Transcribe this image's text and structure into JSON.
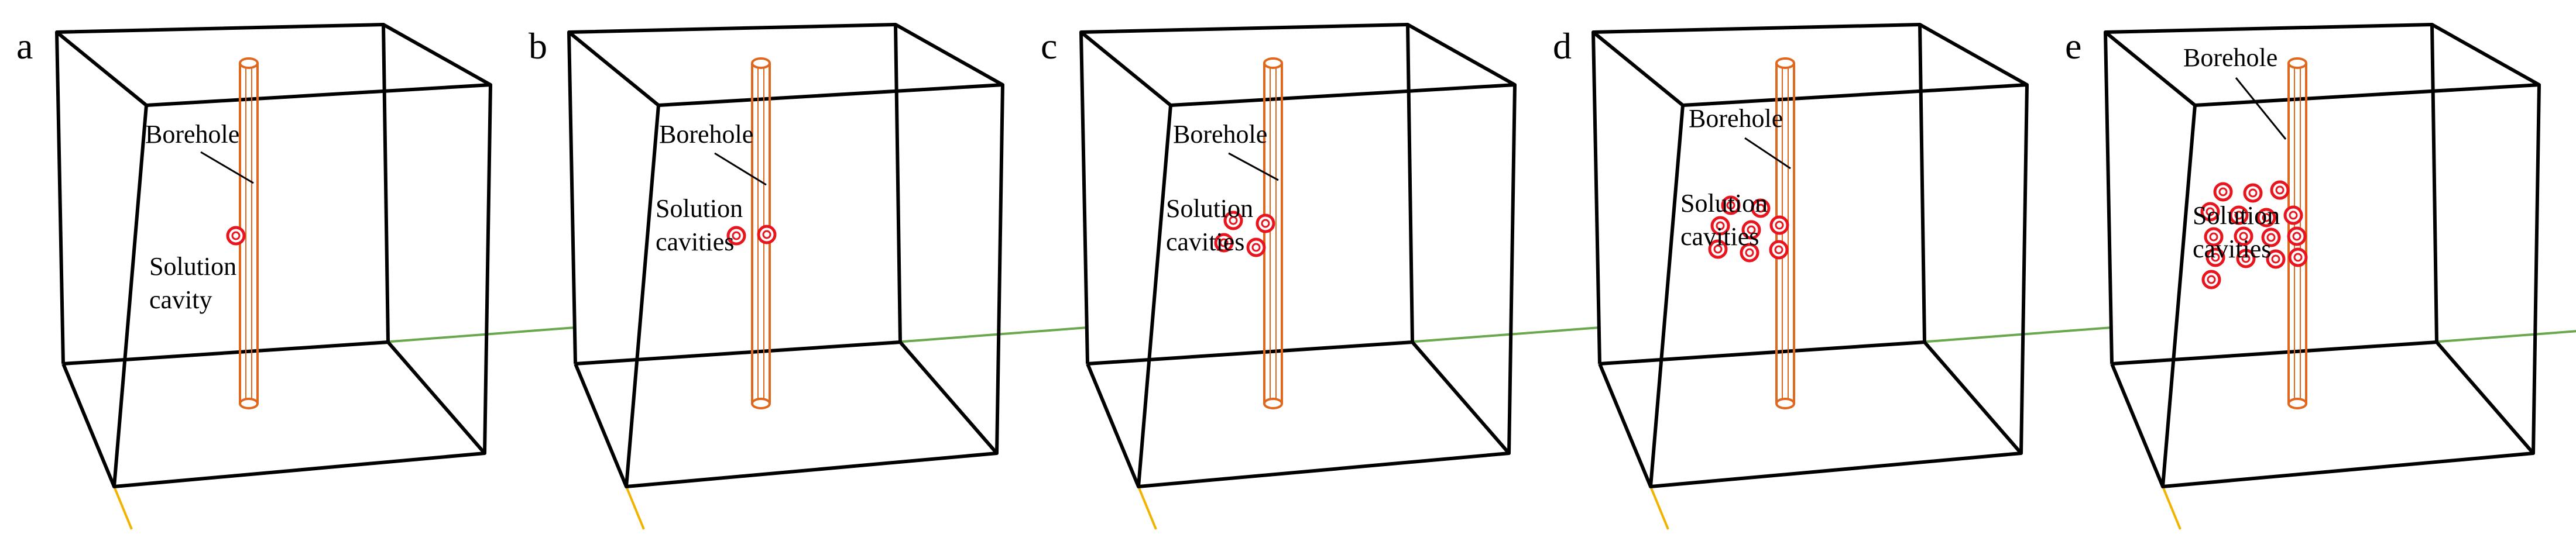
{
  "figure": {
    "panels": [
      {
        "letter": "a",
        "borehole_label": "Borehole",
        "cavity_label": [
          "Solution",
          "cavity"
        ],
        "cavity_count": 1
      },
      {
        "letter": "b",
        "borehole_label": "Borehole",
        "cavity_label": [
          "Solution",
          "cavities"
        ],
        "cavity_count": 2
      },
      {
        "letter": "c",
        "borehole_label": "Borehole",
        "cavity_label": [
          "Solution",
          "cavities"
        ],
        "cavity_count": 4
      },
      {
        "letter": "d",
        "borehole_label": "Borehole",
        "cavity_label": [
          "Solution",
          "cavities"
        ],
        "cavity_count": 8
      },
      {
        "letter": "e",
        "borehole_label": "Borehole",
        "cavity_label": [
          "Solution",
          "cavities"
        ],
        "cavity_count": 16
      }
    ],
    "colors": {
      "box_edges": "#000000",
      "borehole": "#E0681E",
      "cavity": "#E8141E",
      "axis_x": "#6AA84F",
      "axis_y": "#F0B400"
    }
  }
}
